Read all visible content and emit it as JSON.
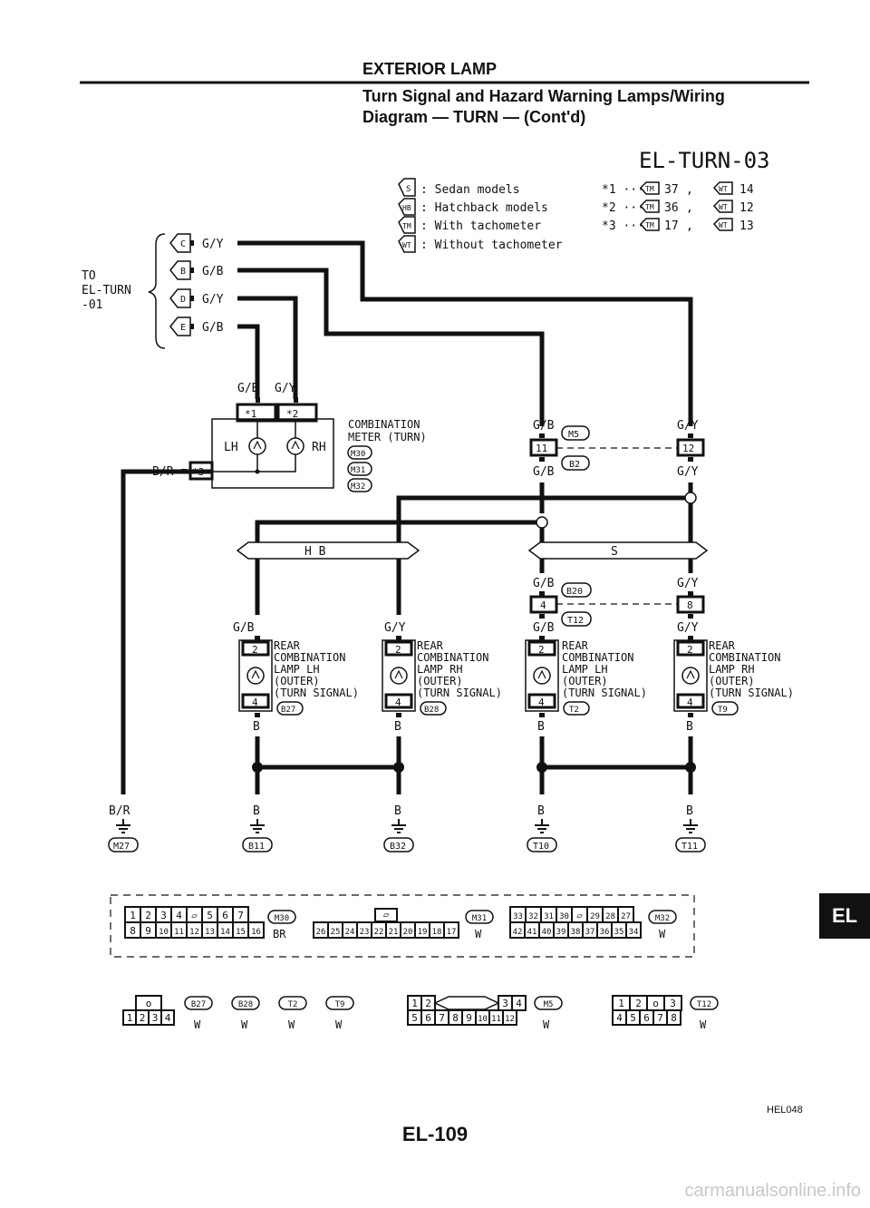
{
  "header": {
    "section": "EXTERIOR LAMP",
    "title_line1": "Turn Signal and Hazard Warning Lamps/Wiring",
    "title_line2": "Diagram — TURN — (Cont'd)",
    "diagram_id": "EL-TURN-03"
  },
  "legend": {
    "s": {
      "tag": "S",
      "text": ": Sedan models"
    },
    "hb": {
      "tag": "HB",
      "text": ": Hatchback models"
    },
    "tm": {
      "tag": "TM",
      "text": ": With tachometer"
    },
    "wt": {
      "tag": "WT",
      "text": ": Without tachometer"
    },
    "n1": {
      "star": "*1 ···",
      "a": "37",
      "b": "14"
    },
    "n2": {
      "star": "*2 ···",
      "a": "36",
      "b": "12"
    },
    "n3": {
      "star": "*3 ···",
      "a": "17",
      "b": "13"
    },
    "comma": ","
  },
  "to_block": {
    "line1": "TO",
    "line2": "EL-TURN",
    "line3": "-01"
  },
  "inputs": [
    {
      "letter": "C",
      "color": "G/Y"
    },
    {
      "letter": "B",
      "color": "G/B"
    },
    {
      "letter": "D",
      "color": "G/Y"
    },
    {
      "letter": "E",
      "color": "G/B"
    }
  ],
  "meter": {
    "name_line1": "COMBINATION",
    "name_line2": "METER (TURN)",
    "c1": "M30",
    "c2": "M31",
    "c3": "M32",
    "lh": "LH",
    "rh": "RH",
    "pin1": "*1",
    "pin2": "*2",
    "pin3": "*3",
    "wire_gb": "G/B",
    "wire_gy": "G/Y",
    "wire_br": "B/R"
  },
  "joints": [
    {
      "left_wire": "G/B",
      "right_wire": "G/Y",
      "conn": "M5",
      "left_pin": "11",
      "right_pin": "12",
      "conn2": "B2",
      "left_wire2": "G/B",
      "right_wire2": "G/Y"
    },
    {
      "left_wire": "G/B",
      "right_wire": "G/Y",
      "conn": "B20",
      "left_pin": "4",
      "right_pin": "8",
      "conn2": "T12",
      "left_wire2": "G/B",
      "right_wire2": "G/Y"
    }
  ],
  "branches": {
    "hb": "H B",
    "s": "S"
  },
  "lamps": [
    {
      "wire": "G/B",
      "pin_top": "2",
      "pin_bot": "4",
      "l1": "REAR",
      "l2": "COMBINATION",
      "l3": "LAMP LH",
      "l4": "(OUTER)",
      "l5": "(TURN SIGNAL)",
      "conn": "B27",
      "out": "B"
    },
    {
      "wire": "G/Y",
      "pin_top": "2",
      "pin_bot": "4",
      "l1": "REAR",
      "l2": "COMBINATION",
      "l3": "LAMP RH",
      "l4": "(OUTER)",
      "l5": "(TURN SIGNAL)",
      "conn": "B28",
      "out": "B"
    },
    {
      "wire": "G/B",
      "pin_top": "2",
      "pin_bot": "4",
      "l1": "REAR",
      "l2": "COMBINATION",
      "l3": "LAMP LH",
      "l4": "(OUTER)",
      "l5": "(TURN SIGNAL)",
      "conn": "T2",
      "out": "B"
    },
    {
      "wire": "G/Y",
      "pin_top": "2",
      "pin_bot": "4",
      "l1": "REAR",
      "l2": "COMBINATION",
      "l3": "LAMP RH",
      "l4": "(OUTER)",
      "l5": "(TURN SIGNAL)",
      "conn": "T9",
      "out": "B"
    }
  ],
  "grounds": [
    {
      "wire": "B/R",
      "conn": "M27"
    },
    {
      "wire": "B",
      "conn": "B11"
    },
    {
      "wire": "B",
      "conn": "B32"
    },
    {
      "wire": "B",
      "conn": "T10"
    },
    {
      "wire": "B",
      "conn": "T11"
    }
  ],
  "connectors": {
    "m30": {
      "top": [
        "1",
        "2",
        "3",
        "4",
        "▱",
        "5",
        "6",
        "7"
      ],
      "bot": [
        "8",
        "9",
        "10",
        "11",
        "12",
        "13",
        "14",
        "15",
        "16"
      ],
      "tag": "M30",
      "color": "BR"
    },
    "m31": {
      "top": [
        "▱"
      ],
      "bot": [
        "26",
        "25",
        "24",
        "23",
        "22",
        "21",
        "20",
        "19",
        "18",
        "17"
      ],
      "tag": "M31",
      "color": "W"
    },
    "m32": {
      "top": [
        "33",
        "32",
        "31",
        "30",
        "▱",
        "29",
        "28",
        "27"
      ],
      "bot": [
        "42",
        "41",
        "40",
        "39",
        "38",
        "37",
        "36",
        "35",
        "34"
      ],
      "tag": "M32",
      "color": "W"
    },
    "lamp": {
      "top": [
        "o"
      ],
      "bot": [
        "1",
        "2",
        "3",
        "4"
      ],
      "tags": [
        "B27",
        "B28",
        "T2",
        "T9"
      ],
      "color": "W"
    },
    "m5": {
      "top": [
        "1",
        "2",
        "◁▷",
        "3",
        "4"
      ],
      "bot": [
        "5",
        "6",
        "7",
        "8",
        "9",
        "10",
        "11",
        "12"
      ],
      "tag": "M5",
      "color": "W"
    },
    "t12": {
      "top": [
        "1",
        "2",
        "o",
        "3"
      ],
      "bot": [
        "4",
        "5",
        "6",
        "7",
        "8"
      ],
      "tag": "T12",
      "color": "W"
    }
  },
  "footer": {
    "tab": "EL",
    "page": "EL-109",
    "code": "HEL048",
    "site": "carmanualsonline.info"
  }
}
